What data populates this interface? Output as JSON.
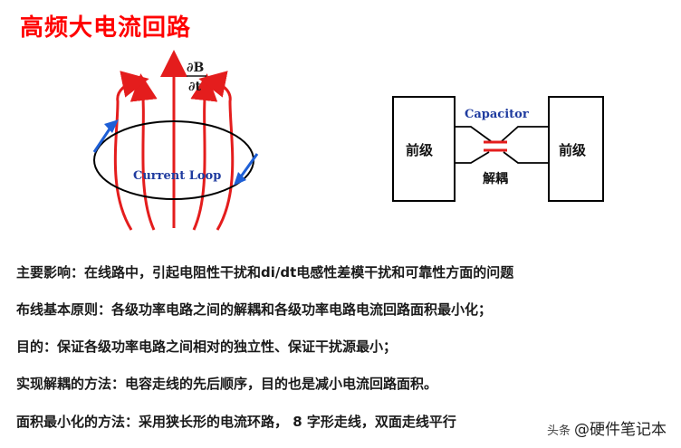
{
  "title": "高频大电流回路",
  "figure_left": {
    "derivative_top": "∂B",
    "derivative_bottom": "∂t",
    "loop_label": "Current Loop"
  },
  "figure_right": {
    "left_box": "前级",
    "right_box": "前级",
    "capacitor_label": "Capacitor",
    "decoupling_label": "解耦"
  },
  "lines": [
    "主要影响：在线路中，引起电阻性干扰和di/dt电感性差模干扰和可靠性方面的问题",
    "布线基本原则：各级功率电路之间的解耦和各级功率电路电流回路面积最小化；",
    "目的：保证各级功率电路之间相对的独立性、保证干扰源最小；",
    "实现解耦的方法：电容走线的先后顺序，目的也是减小电流回路面积。",
    "面积最小化的方法：采用狭长形的电流环路， 8 字形走线，双面走线平行"
  ],
  "watermark": {
    "brand": "头条",
    "text": "@硬件笔记本"
  },
  "colors": {
    "title": "#ff0000",
    "field_arrow": "#e41d1d",
    "loop_arrow": "#1e5fd6",
    "capacitor": "#e41d1d",
    "capacitor_label": "#1f3b9f"
  }
}
